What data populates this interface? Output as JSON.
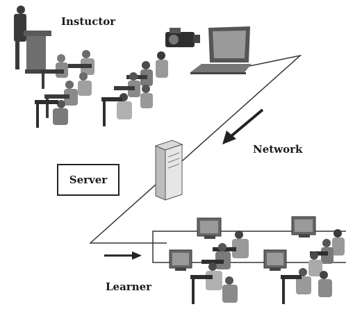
{
  "labels": {
    "instructor": "Instuctor",
    "network": "Network",
    "server": "Server",
    "learner": "Learner"
  },
  "icons": {
    "instructor_figure": "person-at-lectern-icon",
    "video_camera": "video-camera-icon",
    "laptop": "laptop-icon",
    "server_tower": "server-tower-icon",
    "monitor": "desktop-monitor-icon",
    "arrow": "arrow-icon"
  },
  "colors": {
    "background": "#ffffff",
    "line": "#333333",
    "figure_dark": "#3a3a3a",
    "figure_mid": "#7a7a7a",
    "figure_light": "#b8b8b8",
    "screen": "#9a9a9a"
  }
}
